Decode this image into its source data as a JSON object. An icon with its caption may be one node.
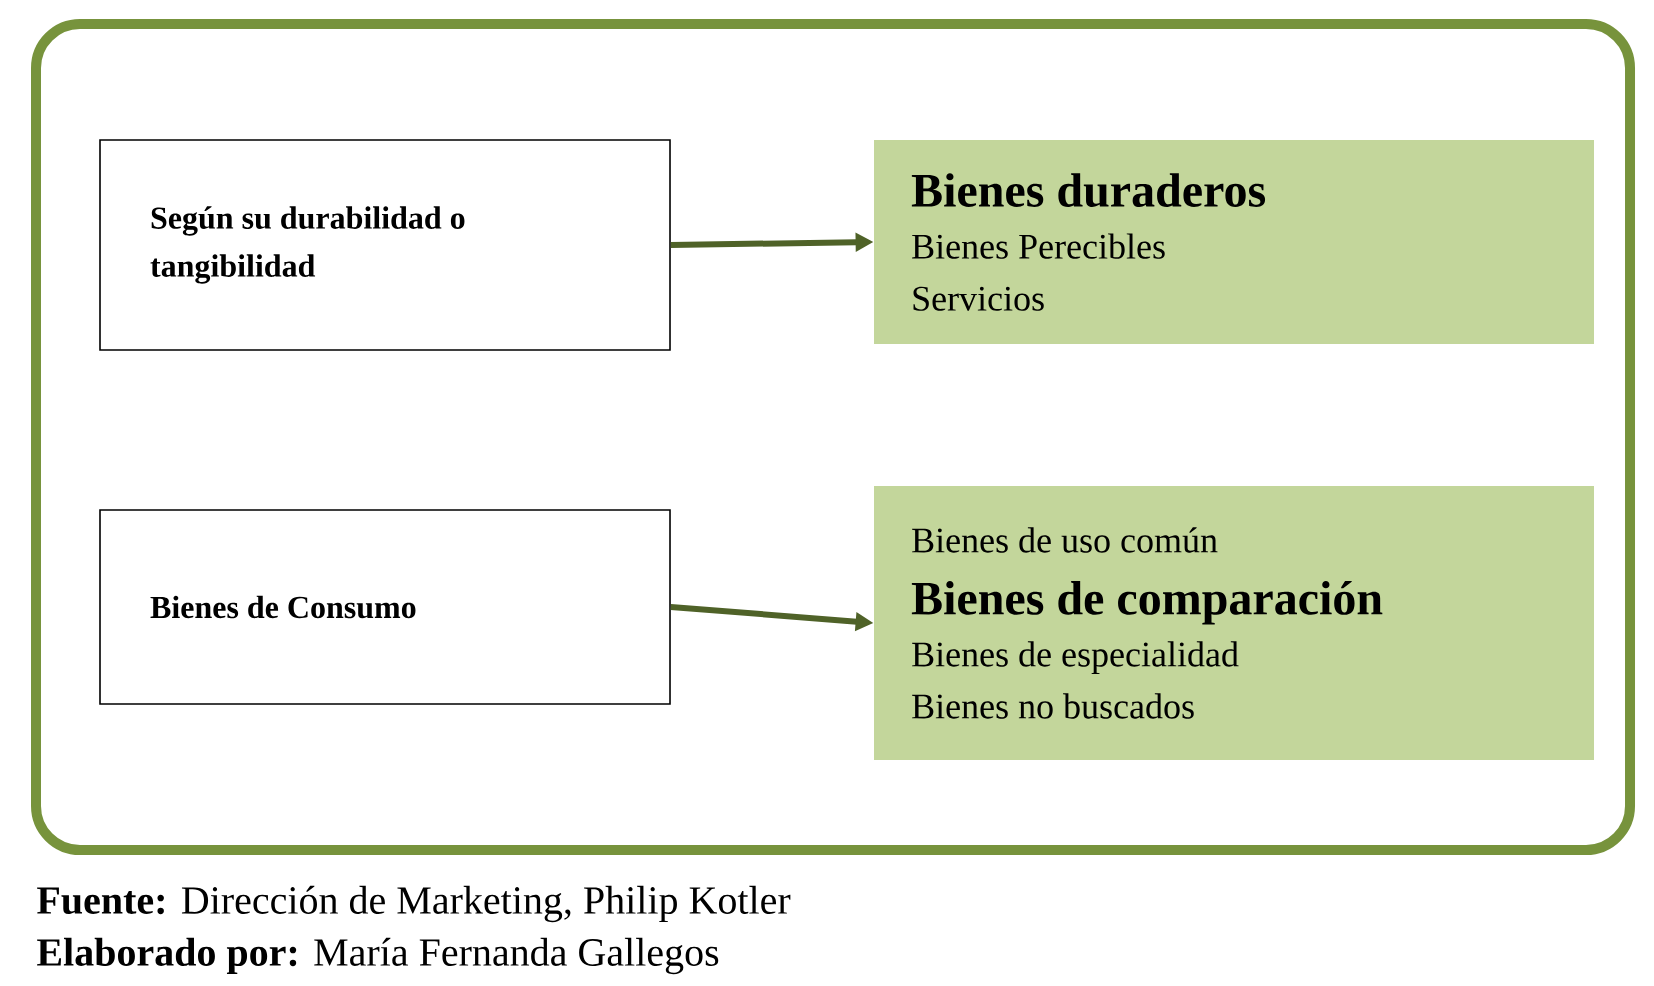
{
  "diagram": {
    "nodes": [
      {
        "text": [],
        "shape": "box"
      },
      {
        "text": [
          "Según su durabilidad o tangibilidad"
        ],
        "in": 0
      },
      {
        "text": [
          "Bienes duraderos",
          "Bienes Perecibles",
          "Servicios"
        ],
        "in": 0
      },
      {
        "text": [
          "Bienes de Consumo"
        ],
        "in": 0
      },
      {
        "text": [
          "Bienes de uso común",
          "Bienes de comparación",
          "Bienes de especialidad",
          "Bienes no buscados"
        ],
        "in": 0
      }
    ],
    "edges": [
      {
        "from": 1,
        "to": 2,
        "arrow": "to"
      },
      {
        "from": 3,
        "to": 4,
        "arrow": "to"
      }
    ],
    "labels": [
      "**Fuente:** Dirección de Marketing, Philip Kotler",
      "**Elaborado por:** María Fernanda Gallegos"
    ]
  }
}
